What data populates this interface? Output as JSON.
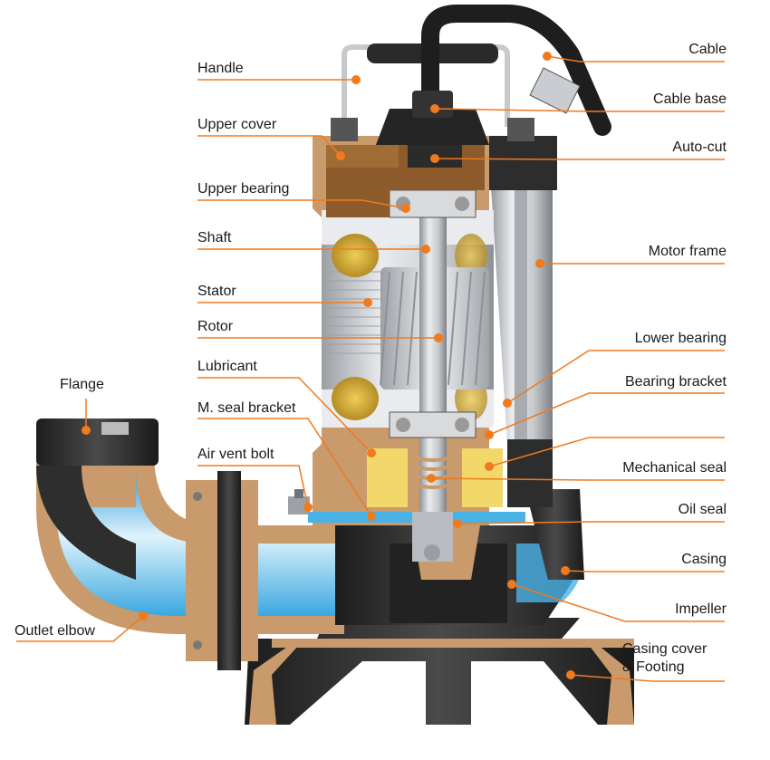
{
  "diagram": {
    "labels_left": {
      "handle": "Handle",
      "upper_cover": "Upper cover",
      "upper_bearing": "Upper bearing",
      "shaft": "Shaft",
      "stator": "Stator",
      "rotor": "Rotor",
      "lubricant": "Lubricant",
      "m_seal_bracket": "M. seal bracket",
      "air_vent_bolt": "Air vent bolt",
      "flange": "Flange",
      "outlet_elbow": "Outlet elbow"
    },
    "labels_right": {
      "cable": "Cable",
      "cable_base": "Cable base",
      "auto_cut": "Auto-cut",
      "motor_frame": "Motor frame",
      "lower_bearing": "Lower bearing",
      "bearing_bracket": "Bearing bracket",
      "mechanical_seal": "Mechanical seal",
      "oil_seal": "Oil seal",
      "casing": "Casing",
      "impeller": "Impeller",
      "casing_cover_footing": "Casing cover\n& Footing"
    },
    "colors": {
      "leader": "#f07a1e",
      "bronze": "#c89a6c",
      "dark_iron": "#2b2b2b",
      "water": "#4ab3e6",
      "lubricant": "#f2d86a",
      "copper": "#caa32a",
      "steel": "#c9ccd0"
    }
  }
}
